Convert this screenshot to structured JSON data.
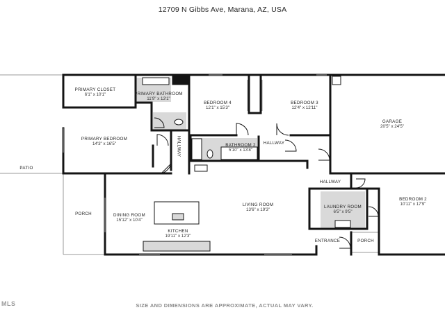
{
  "header": {
    "address": "12709 N Gibbs Ave, Marana, AZ, USA"
  },
  "footer": {
    "disclaimer": "SIZE AND DIMENSIONS ARE APPROXIMATE, ACTUAL MAY VARY.",
    "logo_text": "MLS"
  },
  "rooms": {
    "primary_closet": {
      "name": "PRIMARY CLOSET",
      "dim": "6'1\" x 10'1\""
    },
    "primary_bathroom": {
      "name": "PRIMARY BATHROOM",
      "dim": "11'9\" x 13'1\""
    },
    "bedroom4": {
      "name": "BEDROOM 4",
      "dim": "12'1\" x 15'3\""
    },
    "bedroom3": {
      "name": "BEDROOM 3",
      "dim": "12'4\" x 12'11\""
    },
    "garage": {
      "name": "GARAGE",
      "dim": "20'5\" x 24'5\""
    },
    "primary_bedroom": {
      "name": "PRIMARY BEDROOM",
      "dim": "14'3\" x 16'5\""
    },
    "bathroom2": {
      "name": "BATHROOM 2",
      "dim": "5'10\" x 13'8\""
    },
    "hallway_center": {
      "name": "HALLWAY"
    },
    "hallway_vertical": {
      "name": "HALLWAY"
    },
    "hallway_right": {
      "name": "HALLWAY"
    },
    "patio": {
      "name": "PATIO"
    },
    "porch_left": {
      "name": "PORCH"
    },
    "dining_room": {
      "name": "DINING ROOM",
      "dim": "15'12\" x 10'4\""
    },
    "living_room": {
      "name": "LIVING ROOM",
      "dim": "13'6\" x 19'3\""
    },
    "laundry_room": {
      "name": "LAUNDRY ROOM",
      "dim": "6'5\" x 9'5\""
    },
    "bedroom2": {
      "name": "BEDROOM 2",
      "dim": "10'11\" x 17'9\""
    },
    "kitchen": {
      "name": "KITCHEN",
      "dim": "19'11\" x 12'3\""
    },
    "entrance": {
      "name": "ENTRANCE"
    },
    "porch_right": {
      "name": "PORCH"
    }
  },
  "colors": {
    "wall": "#141414",
    "fixture_fill": "#d9d9d9",
    "gray_line": "#9a9a9a",
    "background": "#ffffff"
  }
}
